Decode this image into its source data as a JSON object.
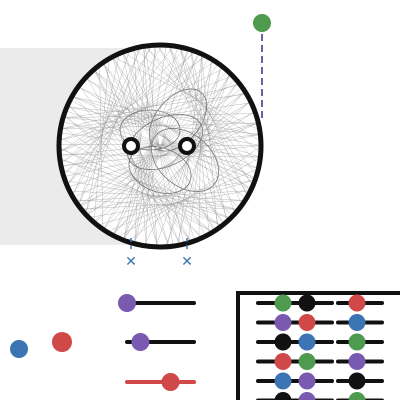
{
  "colors": {
    "background": "#ffffff",
    "backdrop": "#ebebeb",
    "ink": "#111111",
    "green": "#4e9a4e",
    "red": "#d04848",
    "blue": "#3c74b4",
    "purple": "#7a5ab0",
    "black": "#111111",
    "guide": "#7460a0",
    "marker": "#3c74b4"
  },
  "pendulum_handle": {
    "color": "green",
    "icon": "circle-handle"
  },
  "pins": [
    {
      "name": "left-pin",
      "icon": "ring-pin-icon"
    },
    {
      "name": "right-pin",
      "icon": "ring-pin-icon"
    }
  ],
  "floor_markers": [
    {
      "name": "left-floor-marker",
      "icon": "x-marker-icon",
      "glyph": "✕"
    },
    {
      "name": "right-floor-marker",
      "icon": "x-marker-icon",
      "glyph": "✕"
    }
  ],
  "loose_balls": [
    {
      "name": "blue-ball",
      "color": "blue"
    },
    {
      "name": "red-ball",
      "color": "red"
    }
  ],
  "sliders": [
    {
      "name": "purple-slider",
      "knob": "purple",
      "track": "black",
      "level": 0.0
    },
    {
      "name": "purple-slider-2",
      "knob": "purple",
      "track": "black",
      "level": 0.2
    },
    {
      "name": "red-slider",
      "knob": "red",
      "track": "red",
      "level": 0.65
    }
  ],
  "palette_rows": [
    [
      "green",
      "black",
      "red"
    ],
    [
      "purple",
      "red",
      "blue"
    ],
    [
      "black",
      "blue",
      "green"
    ],
    [
      "red",
      "green",
      "purple"
    ],
    [
      "blue",
      "purple",
      "black"
    ],
    [
      "black",
      "purple",
      "green"
    ]
  ]
}
